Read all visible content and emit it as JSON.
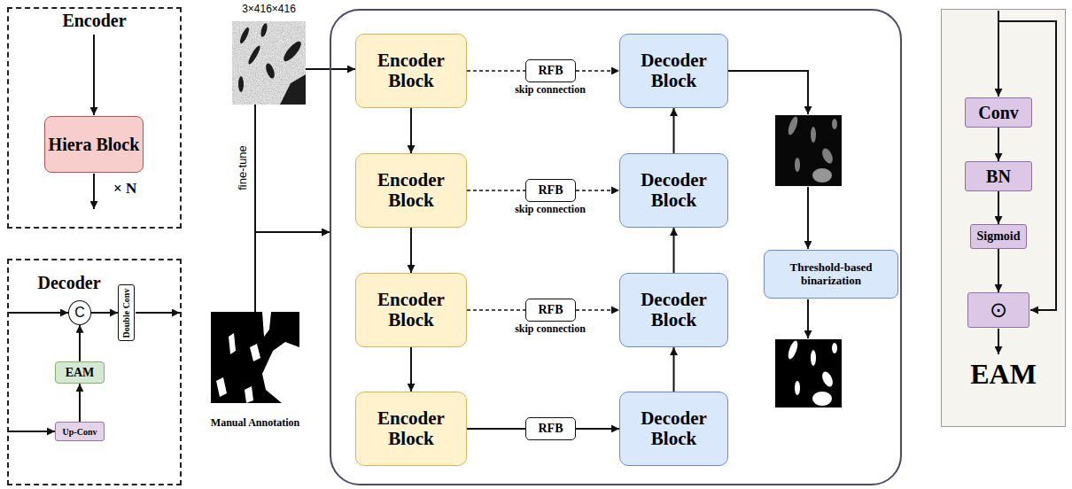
{
  "diagram": {
    "nodes": [
      {
        "text": [
          "Encoder"
        ]
      },
      {
        "text": [
          "Hiera Block"
        ],
        "in": 0
      },
      {
        "text": [
          "Decoder"
        ]
      },
      {
        "text": [
          "C"
        ],
        "in": 2
      },
      {
        "text": [
          "Double Conv"
        ],
        "in": 2
      },
      {
        "text": [
          "EAM"
        ],
        "in": 2
      },
      {
        "text": [
          "Up-Conv"
        ],
        "in": 2
      },
      {
        "text": [
          "3×416×416"
        ]
      },
      {
        "text": [
          "Manual Annotation"
        ]
      },
      {
        "text": []
      },
      {
        "text": [
          "Encoder Block"
        ],
        "in": 9
      },
      {
        "text": [
          "RFB"
        ],
        "in": 9
      },
      {
        "text": [
          "Decoder Block"
        ],
        "in": 9
      },
      {
        "text": [
          "Encoder Block"
        ],
        "in": 9
      },
      {
        "text": [
          "RFB"
        ],
        "in": 9
      },
      {
        "text": [
          "Decoder Block"
        ],
        "in": 9
      },
      {
        "text": [
          "Encoder Block"
        ],
        "in": 9
      },
      {
        "text": [
          "RFB"
        ],
        "in": 9
      },
      {
        "text": [
          "Decoder Block"
        ],
        "in": 9
      },
      {
        "text": [
          "Encoder Block"
        ],
        "in": 9
      },
      {
        "text": [
          "RFB"
        ],
        "in": 9
      },
      {
        "text": [
          "Decoder Block"
        ],
        "in": 9
      },
      {
        "text": [
          "Threshold-based binarization"
        ],
        "in": 9
      },
      {
        "text": [
          "EAM"
        ]
      },
      {
        "text": [
          "Conv"
        ],
        "in": 23
      },
      {
        "text": [
          "BN"
        ],
        "in": 23
      },
      {
        "text": [
          "Sigmoid"
        ],
        "in": 23
      },
      {
        "text": [
          "⊙"
        ],
        "in": 23
      }
    ],
    "edges": [
      {
        "from": 3,
        "to": 4,
        "arrow": "to"
      },
      {
        "from": 5,
        "to": 3,
        "arrow": "to"
      },
      {
        "from": 6,
        "to": 5,
        "arrow": "to"
      },
      {
        "from": 7,
        "to": 10,
        "arrow": "to"
      },
      {
        "from": 7,
        "to": 9,
        "arrow": "to"
      },
      {
        "from": 8,
        "to": 9,
        "arrow": "to"
      },
      {
        "from": 10,
        "to": 11,
        "arrow": "none"
      },
      {
        "from": 11,
        "to": 12,
        "arrow": "to"
      },
      {
        "from": 13,
        "to": 14,
        "arrow": "none"
      },
      {
        "from": 14,
        "to": 15,
        "arrow": "to"
      },
      {
        "from": 16,
        "to": 17,
        "arrow": "none"
      },
      {
        "from": 17,
        "to": 18,
        "arrow": "to"
      },
      {
        "from": 19,
        "to": 20,
        "arrow": "none"
      },
      {
        "from": 20,
        "to": 21,
        "arrow": "to"
      },
      {
        "from": 10,
        "to": 13,
        "arrow": "to"
      },
      {
        "from": 13,
        "to": 16,
        "arrow": "to"
      },
      {
        "from": 16,
        "to": 19,
        "arrow": "to"
      },
      {
        "from": 21,
        "to": 18,
        "arrow": "to"
      },
      {
        "from": 18,
        "to": 15,
        "arrow": "to"
      },
      {
        "from": 15,
        "to": 12,
        "arrow": "to"
      },
      {
        "from": 24,
        "to": 25,
        "arrow": "to"
      },
      {
        "from": 25,
        "to": 26,
        "arrow": "to"
      },
      {
        "from": 26,
        "to": 27,
        "arrow": "to"
      }
    ],
    "labels": [
      "× N",
      "fine-tune",
      "skip connection",
      "skip connection",
      "skip connection"
    ]
  }
}
